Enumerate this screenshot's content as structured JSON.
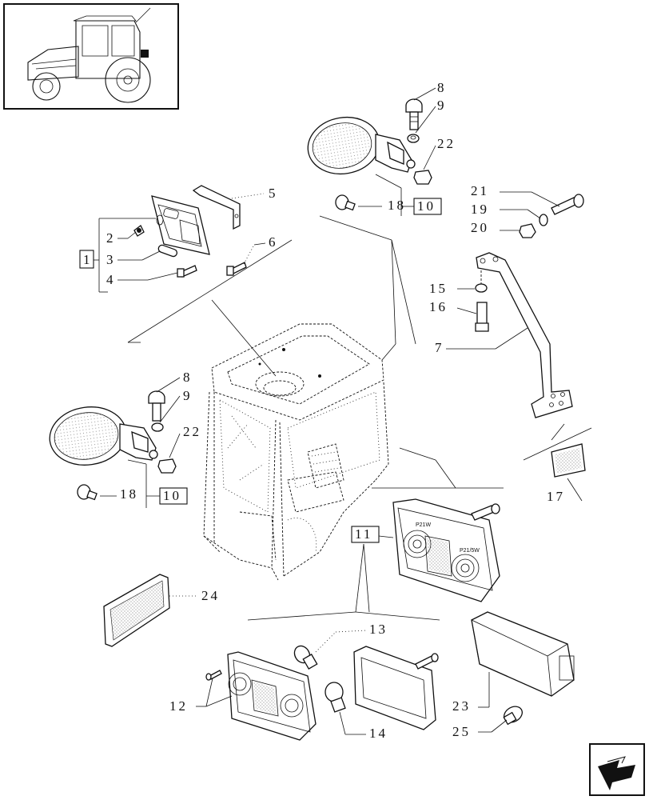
{
  "callouts": {
    "c1": "1",
    "c2": "2",
    "c3": "3",
    "c4": "4",
    "c5": "5",
    "c6": "6",
    "c7": "7",
    "c8a": "8",
    "c9a": "9",
    "c22a": "22",
    "c18a": "18",
    "c10a": "10",
    "c8b": "8",
    "c9b": "9",
    "c22b": "22",
    "c18b": "18",
    "c10b": "10",
    "c21": "21",
    "c19": "19",
    "c20": "20",
    "c15": "15",
    "c16": "16",
    "c17": "17",
    "c11": "11",
    "c12": "12",
    "c13": "13",
    "c14": "14",
    "c23": "23",
    "c24": "24",
    "c25": "25"
  },
  "lamp_marks": {
    "lamp_upper": "P21W",
    "lamp_lower": "P21/5W"
  },
  "icons": {
    "thumbnail": "tractor-thumbnail",
    "next": "next-page-arrow-icon"
  }
}
